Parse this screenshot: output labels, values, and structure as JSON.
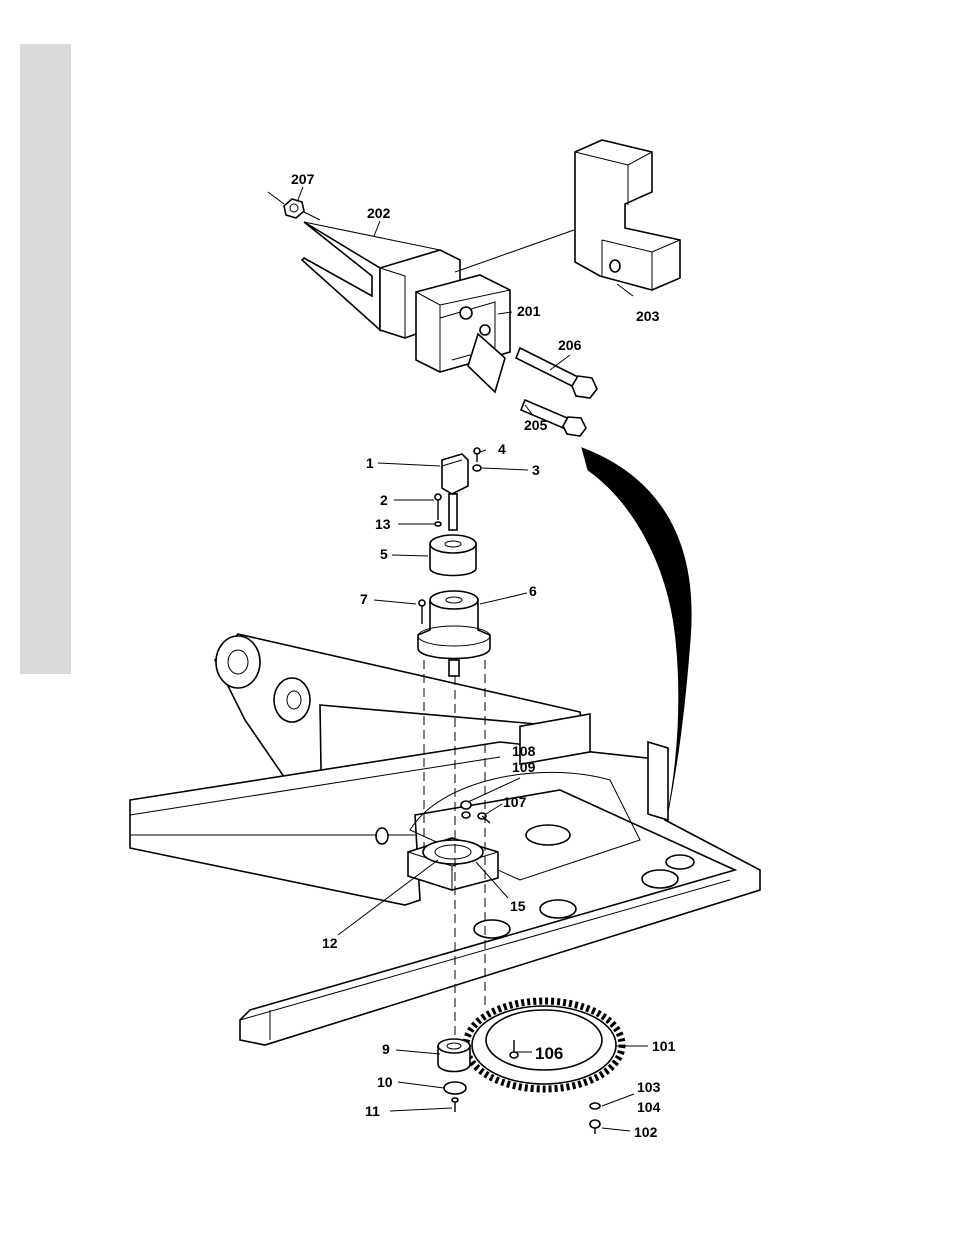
{
  "labels": {
    "l207": "207",
    "l202": "202",
    "l201": "201",
    "l203": "203",
    "l206": "206",
    "l205": "205",
    "l1": "1",
    "l4": "4",
    "l3": "3",
    "l2": "2",
    "l13": "13",
    "l5": "5",
    "l7": "7",
    "l6": "6",
    "l108": "108",
    "l109": "109",
    "l107": "107",
    "l15": "15",
    "l12": "12",
    "l9": "9",
    "l106": "106",
    "l101": "101",
    "l10": "10",
    "l11": "11",
    "l103": "103",
    "l104": "104",
    "l102": "102"
  }
}
